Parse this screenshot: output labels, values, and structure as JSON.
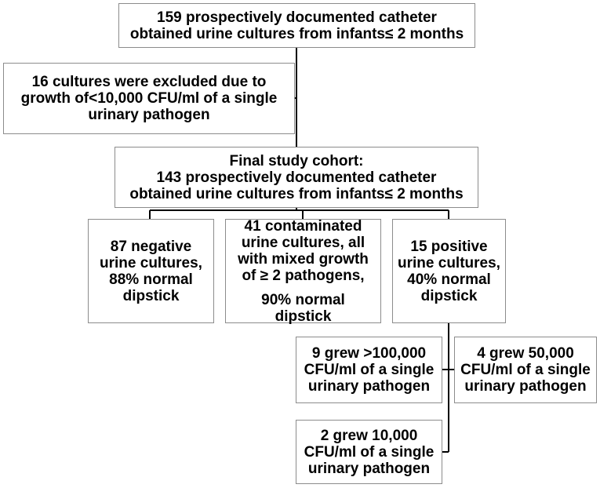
{
  "flowchart": {
    "top": {
      "lines": [
        "159 prospectively documented catheter",
        "obtained urine cultures from infants≤ 2 months"
      ]
    },
    "excluded": {
      "lines": [
        "16 cultures were excluded due to",
        "growth of<10,000 CFU/ml of a single",
        "urinary pathogen"
      ]
    },
    "final": {
      "lines": [
        "Final study cohort:",
        "143 prospectively documented catheter",
        "obtained urine cultures from infants≤ 2 months"
      ]
    },
    "negative": {
      "lines": [
        "87 negative",
        "urine cultures,",
        "88% normal",
        "dipstick"
      ]
    },
    "contaminated": {
      "lines": [
        "41 contaminated",
        "urine cultures, all",
        "with mixed growth",
        "of ≥ 2 pathogens,"
      ],
      "lines2": [
        "90% normal",
        "dipstick"
      ]
    },
    "positive": {
      "lines": [
        "15 positive",
        "urine cultures,",
        "40% normal",
        "dipstick"
      ]
    },
    "grew9": {
      "lines": [
        "9 grew >100,000",
        "CFU/ml of a single",
        "urinary pathogen"
      ]
    },
    "grew4": {
      "lines": [
        "4 grew  50,000",
        "CFU/ml of a single",
        "urinary pathogen"
      ]
    },
    "grew2": {
      "lines": [
        "2  grew  10,000",
        "CFU/ml of a single",
        "urinary pathogen"
      ]
    }
  },
  "colors": {
    "box_border": "#8c8c8c",
    "connector": "#000000",
    "text": "#000000",
    "background": "#ffffff"
  }
}
